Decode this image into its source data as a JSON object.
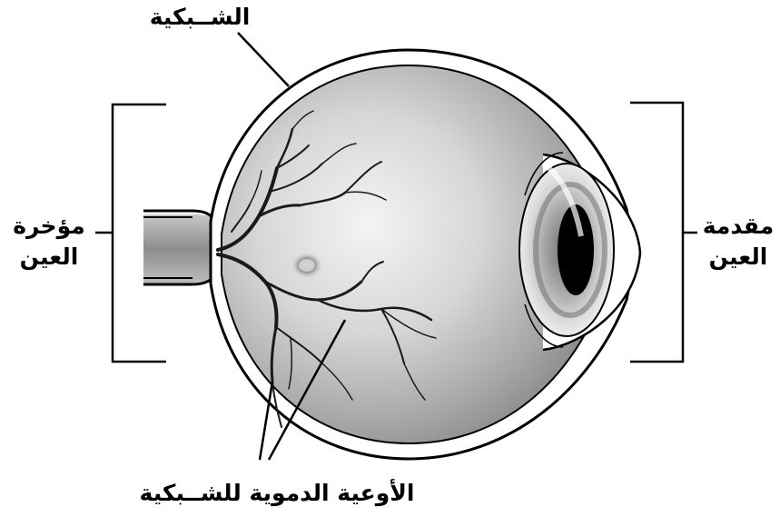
{
  "labels": {
    "retina": "الشــبكية",
    "back_line1": "مؤخرة",
    "back_line2": "العين",
    "front_line1": "مقدمة",
    "front_line2": "العين",
    "vessels": "الأوعية الدموية للشــبكية"
  },
  "colors": {
    "stroke": "#000000",
    "sclera": "#ffffff",
    "eyeball_light": "#f2f2f2",
    "eyeball_dark": "#8c8c8c",
    "vessel": "#1a1a1a",
    "optic_nerve": "#9a9a9a",
    "iris": "#a8a8a8",
    "pupil": "#000000"
  }
}
